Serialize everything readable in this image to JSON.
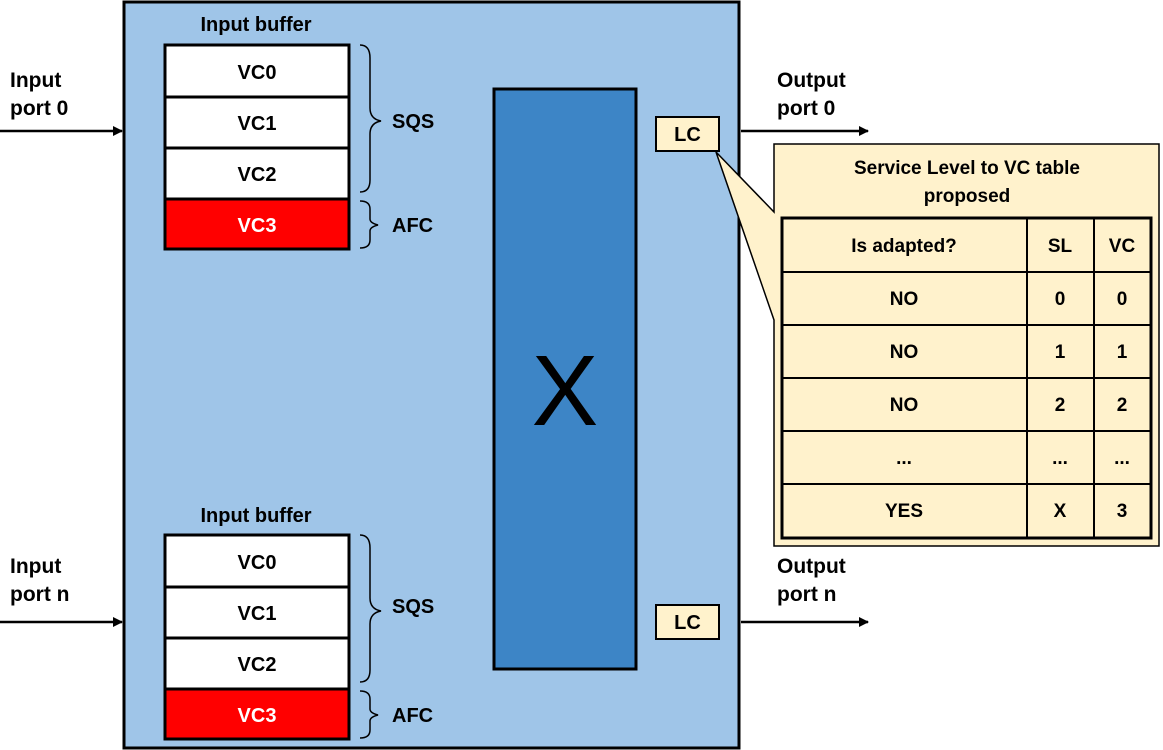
{
  "colors": {
    "switch_fill": "#9fc5e8",
    "crossbar_fill": "#3d85c6",
    "vc_normal": "#ffffff",
    "vc_afc": "#ff0000",
    "callout_fill": "#fff2cc",
    "stroke": "#000000"
  },
  "crossbar": {
    "label": "X"
  },
  "buffers": [
    {
      "title": "Input buffer",
      "vcs": [
        "VC0",
        "VC1",
        "VC2",
        "VC3"
      ],
      "sqs_label": "SQS",
      "afc_label": "AFC"
    },
    {
      "title": "Input buffer",
      "vcs": [
        "VC0",
        "VC1",
        "VC2",
        "VC3"
      ],
      "sqs_label": "SQS",
      "afc_label": "AFC"
    }
  ],
  "input_ports": [
    {
      "line1": "Input",
      "line2": "port 0"
    },
    {
      "line1": "Input",
      "line2": "port n"
    }
  ],
  "output_ports": [
    {
      "line1": "Output",
      "line2": "port 0"
    },
    {
      "line1": "Output",
      "line2": "port n"
    }
  ],
  "link_controllers": [
    "LC",
    "LC"
  ],
  "sl_table": {
    "title_line1": "Service Level to VC table",
    "title_line2": "proposed",
    "headers": [
      "Is adapted?",
      "SL",
      "VC"
    ],
    "rows": [
      [
        "NO",
        "0",
        "0"
      ],
      [
        "NO",
        "1",
        "1"
      ],
      [
        "NO",
        "2",
        "2"
      ],
      [
        "...",
        "...",
        "..."
      ],
      [
        "YES",
        "X",
        "3"
      ]
    ]
  }
}
